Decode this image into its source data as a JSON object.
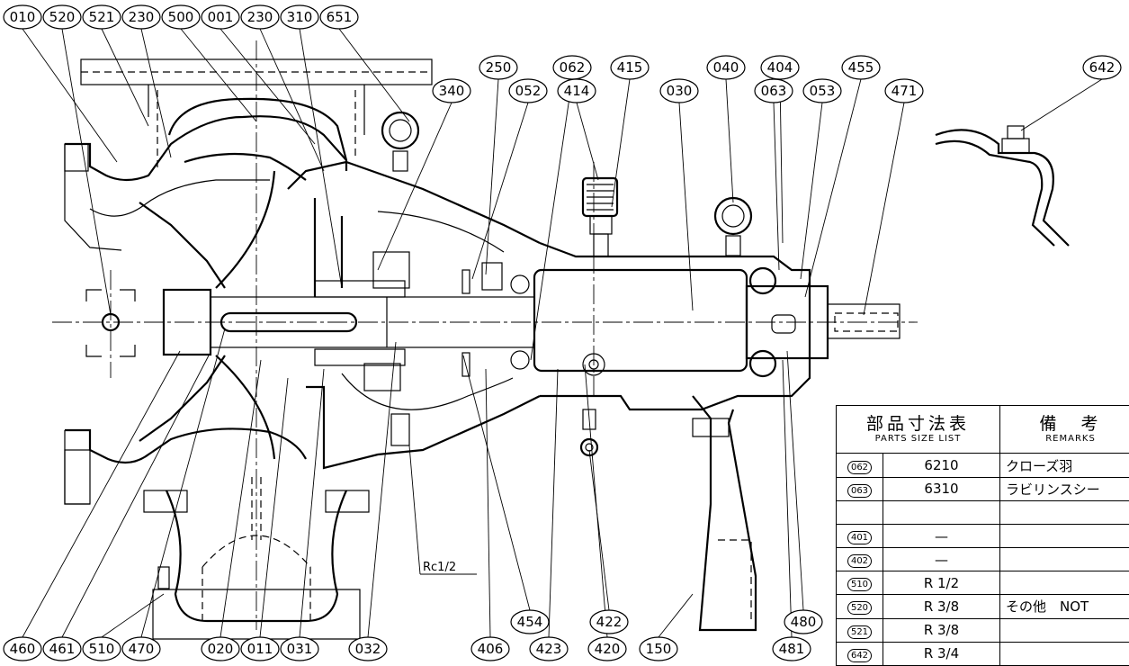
{
  "balloons": [
    {
      "id": "b010",
      "label": "010"
    },
    {
      "id": "b520",
      "label": "520"
    },
    {
      "id": "b521",
      "label": "521"
    },
    {
      "id": "b230a",
      "label": "230"
    },
    {
      "id": "b500",
      "label": "500"
    },
    {
      "id": "b001",
      "label": "001"
    },
    {
      "id": "b230b",
      "label": "230"
    },
    {
      "id": "b310",
      "label": "310"
    },
    {
      "id": "b651",
      "label": "651"
    },
    {
      "id": "b250",
      "label": "250"
    },
    {
      "id": "b062",
      "label": "062"
    },
    {
      "id": "b340",
      "label": "340"
    },
    {
      "id": "b052",
      "label": "052"
    },
    {
      "id": "b414",
      "label": "414"
    },
    {
      "id": "b415",
      "label": "415"
    },
    {
      "id": "b030",
      "label": "030"
    },
    {
      "id": "b040",
      "label": "040"
    },
    {
      "id": "b063",
      "label": "063"
    },
    {
      "id": "b404",
      "label": "404"
    },
    {
      "id": "b053",
      "label": "053"
    },
    {
      "id": "b455",
      "label": "455"
    },
    {
      "id": "b471",
      "label": "471"
    },
    {
      "id": "b642",
      "label": "642"
    },
    {
      "id": "b460",
      "label": "460"
    },
    {
      "id": "b461",
      "label": "461"
    },
    {
      "id": "b510",
      "label": "510"
    },
    {
      "id": "b470",
      "label": "470"
    },
    {
      "id": "b020",
      "label": "020"
    },
    {
      "id": "b011",
      "label": "011"
    },
    {
      "id": "b031",
      "label": "031"
    },
    {
      "id": "b032",
      "label": "032"
    },
    {
      "id": "b454",
      "label": "454"
    },
    {
      "id": "b406",
      "label": "406"
    },
    {
      "id": "b422",
      "label": "422"
    },
    {
      "id": "b423",
      "label": "423"
    },
    {
      "id": "b420",
      "label": "420"
    },
    {
      "id": "b150",
      "label": "150"
    },
    {
      "id": "b480",
      "label": "480"
    },
    {
      "id": "b481",
      "label": "481"
    }
  ],
  "thread_label": "Rc1/2",
  "table": {
    "title_jp": "部品寸法表",
    "title_en": "PARTS SIZE LIST",
    "remark_jp": "備　考",
    "remark_en": "REMARKS",
    "rows": [
      {
        "no": "062",
        "size": "6210",
        "remark": "クローズ羽"
      },
      {
        "no": "063",
        "size": "6310",
        "remark": "ラビリンスシー"
      },
      {
        "no": "",
        "size": "",
        "remark": ""
      },
      {
        "no": "401",
        "size": "—",
        "remark": ""
      },
      {
        "no": "402",
        "size": "—",
        "remark": ""
      },
      {
        "no": "510",
        "size": "R 1/2",
        "remark": ""
      },
      {
        "no": "520",
        "size": "R 3/8",
        "remark": "その他　NOT"
      },
      {
        "no": "521",
        "size": "R 3/8",
        "remark": ""
      },
      {
        "no": "642",
        "size": "R 3/4",
        "remark": ""
      }
    ]
  }
}
